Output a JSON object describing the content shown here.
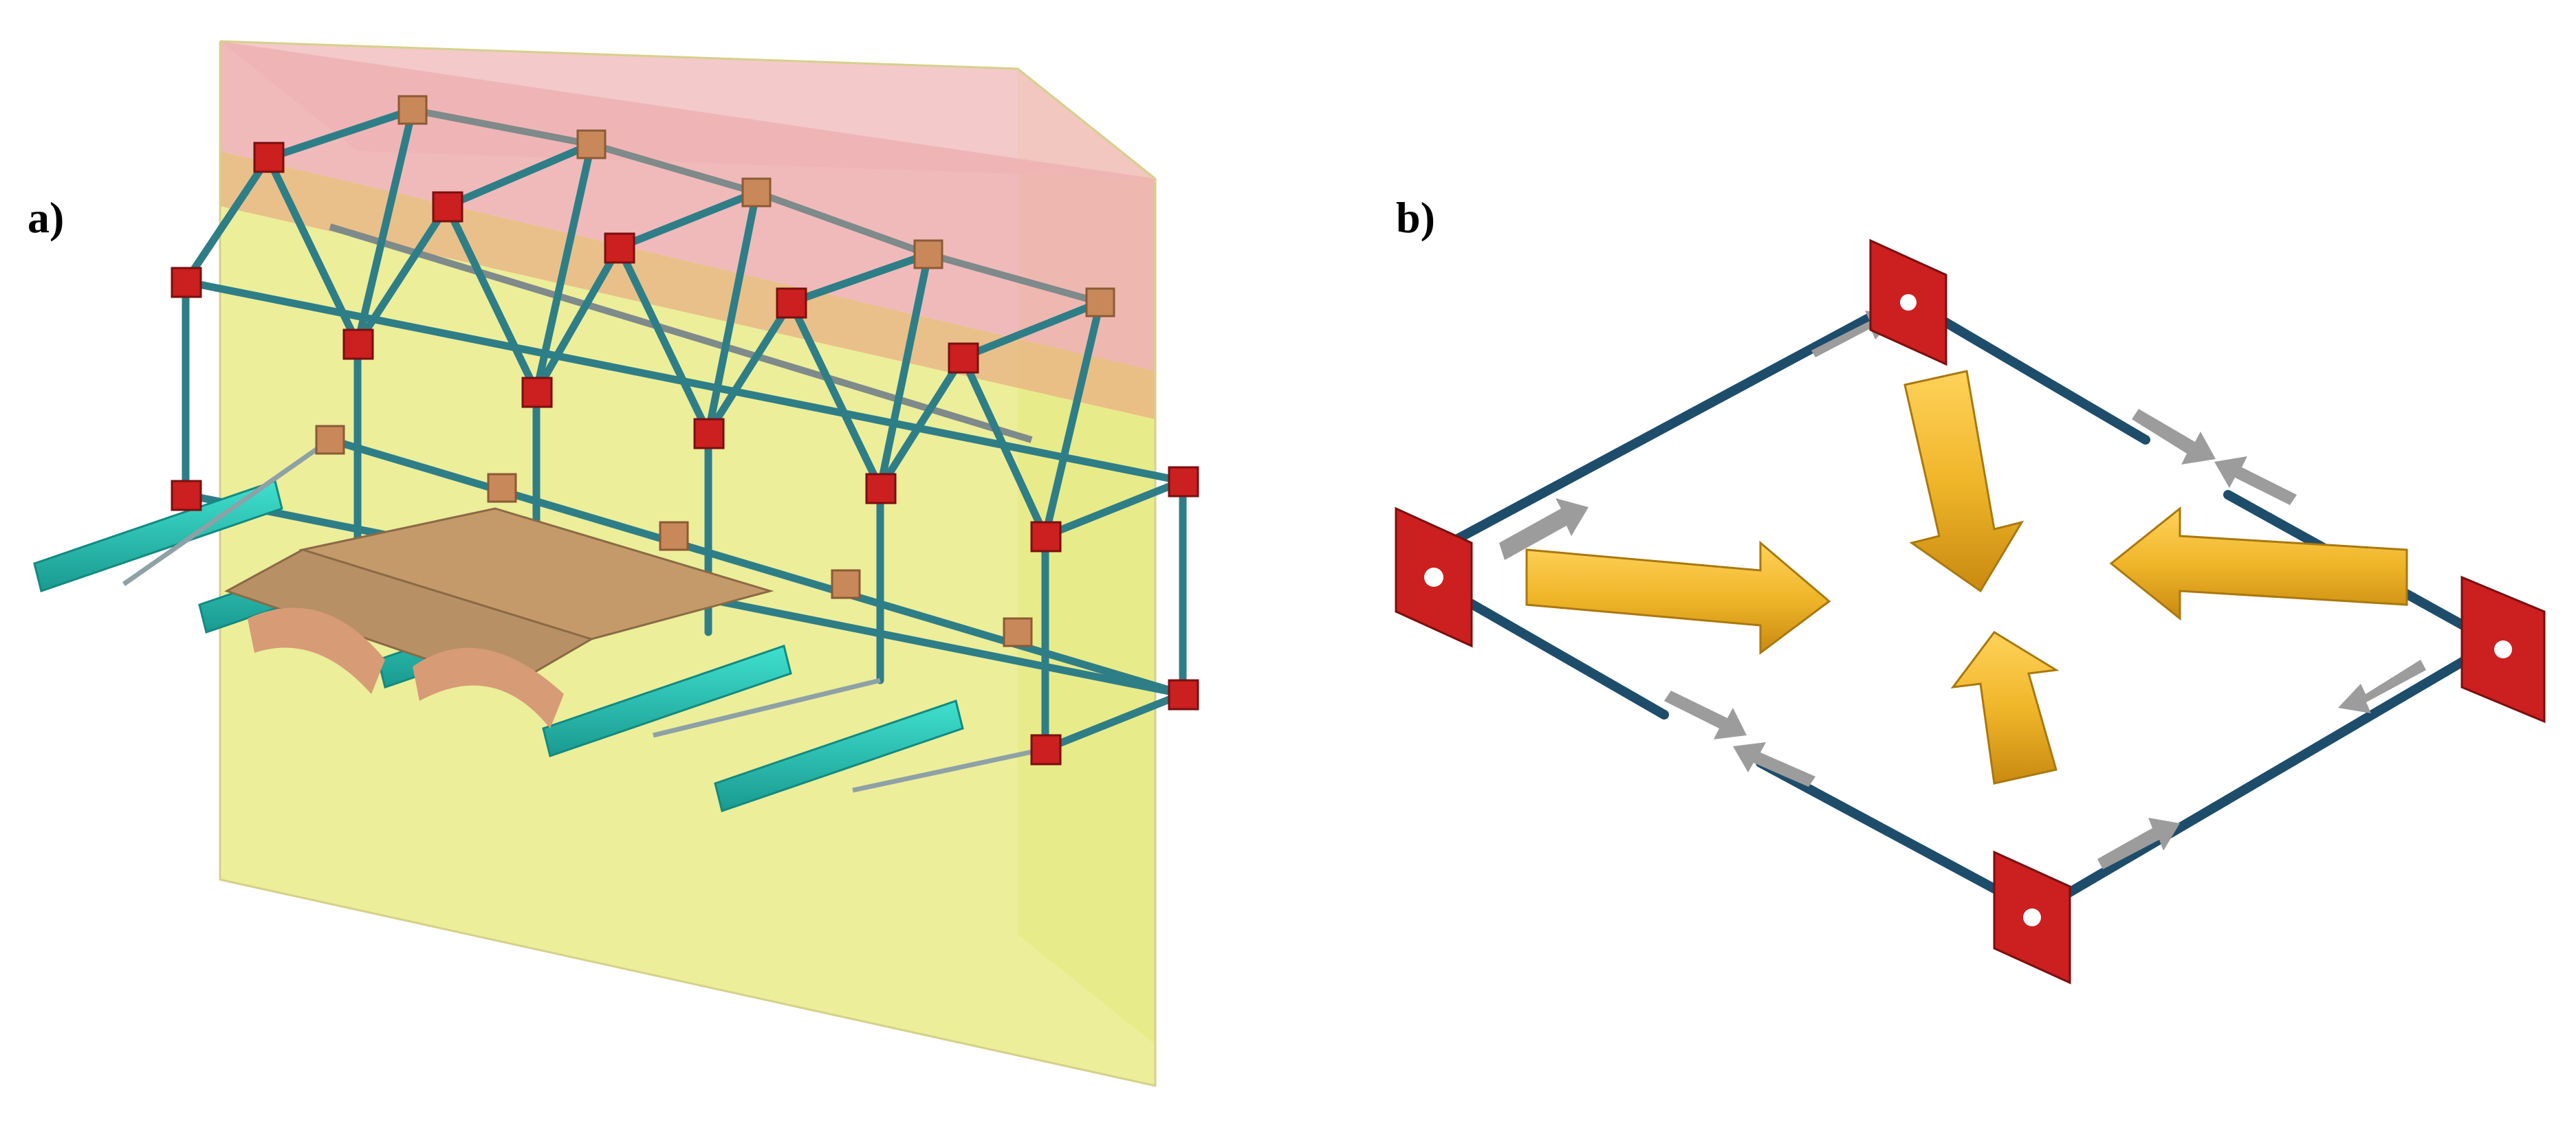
{
  "panels": [
    {
      "id": "a",
      "label": "a)"
    },
    {
      "id": "b",
      "label": "b)"
    }
  ],
  "colors": {
    "wall_top": "#e8a3a8",
    "wall_body": "#e6e87a",
    "wall_overlap": "#e6b08a",
    "steel_frame": "#2e7e87",
    "plate_red": "#cc1f1f",
    "plate_brown": "#c98859",
    "ibeam_cyan": "#2bc1b4",
    "slab": "#c9935f",
    "tie_bar": "#1d4d6b",
    "compression_arrow": "#f0b62a",
    "tension_arrow_grey": "#9c9c9c"
  },
  "icons": {
    "panel_a": "retrofit-frame-diagram",
    "panel_b": "confinement-tie-diagram"
  }
}
